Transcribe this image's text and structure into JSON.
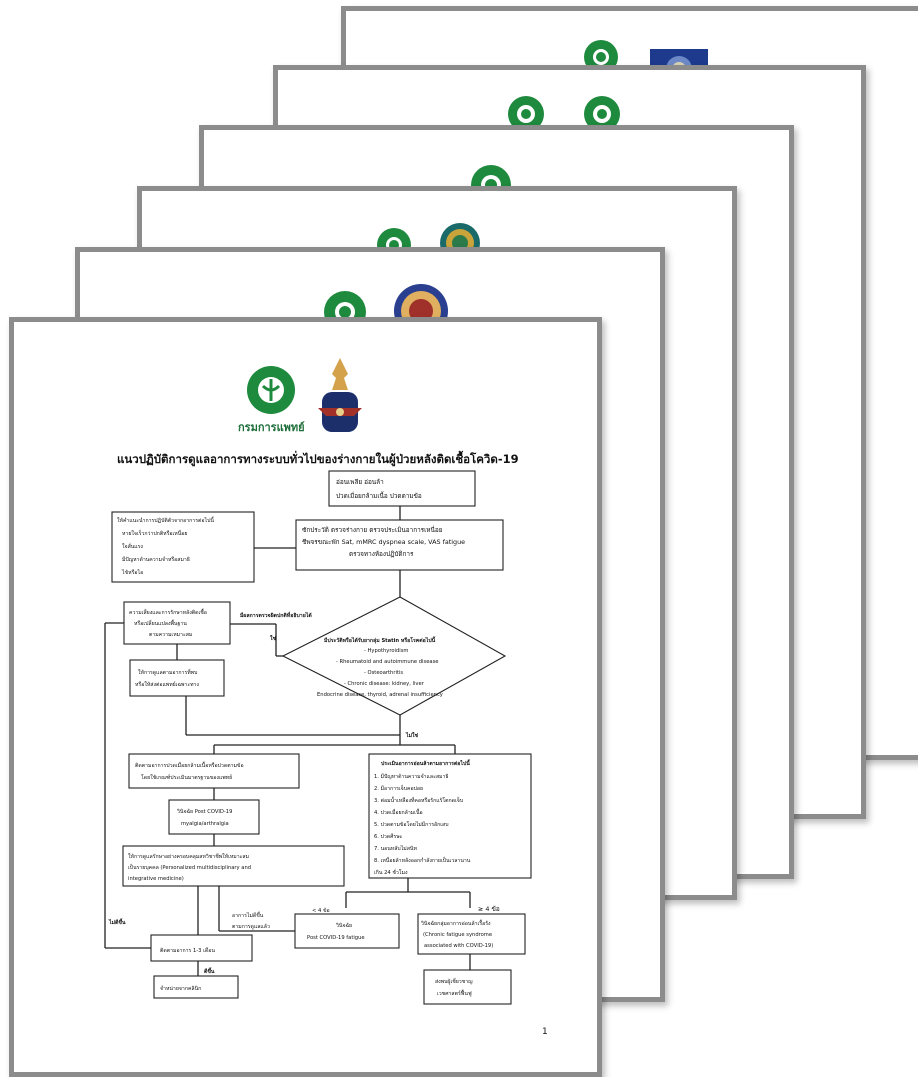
{
  "document": {
    "back_pages_count": 5,
    "front_page": {
      "org_name": "กรมการแพทย์",
      "title": "แนวปฏิบัติการดูแลอาการทางระบบทั่วไปของร่างกายในผู้ป่วยหลังติดเชื้อโควิด-19",
      "page_number": "1",
      "flowchart": {
        "top_box": [
          "อ่อนเพลีย อ่อนล้า",
          "ปวดเมื่อยกล้ามเนื้อ ปวดตามข้อ"
        ],
        "assess_box": [
          "ซักประวัติ ตรวจร่างกาย ตรวจประเมินอาการเหนื่อย",
          "ชีพจรขณะพัก Sat, mMRC dyspnea scale, VAS fatigue",
          "ตรวจทางห้องปฏิบัติการ"
        ],
        "left_top_box": {
          "heading": "ให้คำแนะนำการปฏิบัติตัวจากอาการต่อไปนี้",
          "items": [
            "หายใจเร็วกว่าปกติหรือเหนื่อย",
            "ใจสั่นแรง",
            "มีปัญหาด้านความจำหรือสมาธิ",
            "ไข้หรือไอ"
          ]
        },
        "left_mid_box": [
          "ความเสี่ยงและการรักษาหลังติดเชื้อ",
          "หรือเปลี่ยนแปลงพื้นฐาน",
          "ตามความเหมาะสม"
        ],
        "left_mid2_box": [
          "ให้การดูแลตามอาการที่พบ",
          "หรือให้ส่งต่อแพทย์เฉพาะทาง"
        ],
        "label_yes_disease": "มีผลการตรวจผิดปกติที่อธิบายได้",
        "label_yes": "ใช่",
        "diamond": {
          "heading": "มีประวัติหรือได้รับยากลุ่ม Statin หรือโรคต่อไปนี้",
          "items": [
            "- Hypothyroidism",
            "- Rheumatoid and autoimmune disease",
            "- Osteoarthritis",
            "- Chronic disease: kidney, liver",
            "Endocrine disease, thyroid, adrenal insufficiency"
          ]
        },
        "label_no": "ไม่ใช่",
        "mid_left_box": [
          "ติดตามอาการปวดเมื่อยกล้ามเนื้อหรือปวดตามข้อ",
          "โดยใช้เกณฑ์ประเมินมาตรฐานของแพทย์"
        ],
        "post_covid_box": [
          "วินิจฉัย Post COVID-19",
          "myalgia/arthralgia"
        ],
        "rehab_box": [
          "ให้การดูแลรักษาอย่างครอบคลุมสหวิชาชีพให้เหมาะสม",
          "เป็นรายบุคคล (Personalized multidisciplinary and",
          "integrative medicine)"
        ],
        "right_box": {
          "heading": "ประเมินอาการอ่อนล้าตามอาการต่อไปนี้",
          "items": [
            "1. มีปัญหาด้านความจำและสมาธิ",
            "2. มีอาการเจ็บคอบ่อย",
            "3. ต่อมน้ำเหลืองที่คอหรือรักแร้โตกดเจ็บ",
            "4. ปวดเมื่อยกล้ามเนื้อ",
            "5. ปวดตามข้อโดยไม่มีการอักเสบ",
            "6. ปวดศีรษะ",
            "7. นอนหลับไม่สนิท",
            "8. เหนื่อยล้าหลังออกกำลังกายเป็นเวลานาน",
            "เกิน 24 ชั่วโมง"
          ]
        },
        "label_lt4": "< 4 ข้อ",
        "label_ge4": "≥ 4 ข้อ",
        "label_not_improve": [
          "อาการไม่ดีขึ้น",
          "ตามการดูแลแล้ว"
        ],
        "dx_fatigue_box": [
          "วินิจฉัย",
          "Post COVID-19 fatigue"
        ],
        "cfs_box": [
          "วินิจฉัยกลุ่มอาการอ่อนล้าเรื้อรัง",
          "(Chronic fatigue syndrome",
          "associated with COVID-19)"
        ],
        "label_not_better": "ไม่ดีขึ้น",
        "follow_box": "ติดตามอาการ 1-3 เดือน",
        "label_better": "ดีขึ้น",
        "discharge_box": "จำหน่ายจากคลินิก",
        "refer_box": [
          "ส่งพบผู้เชี่ยวชาญ",
          "เวชศาสตร์ฟื้นฟู"
        ]
      }
    }
  }
}
